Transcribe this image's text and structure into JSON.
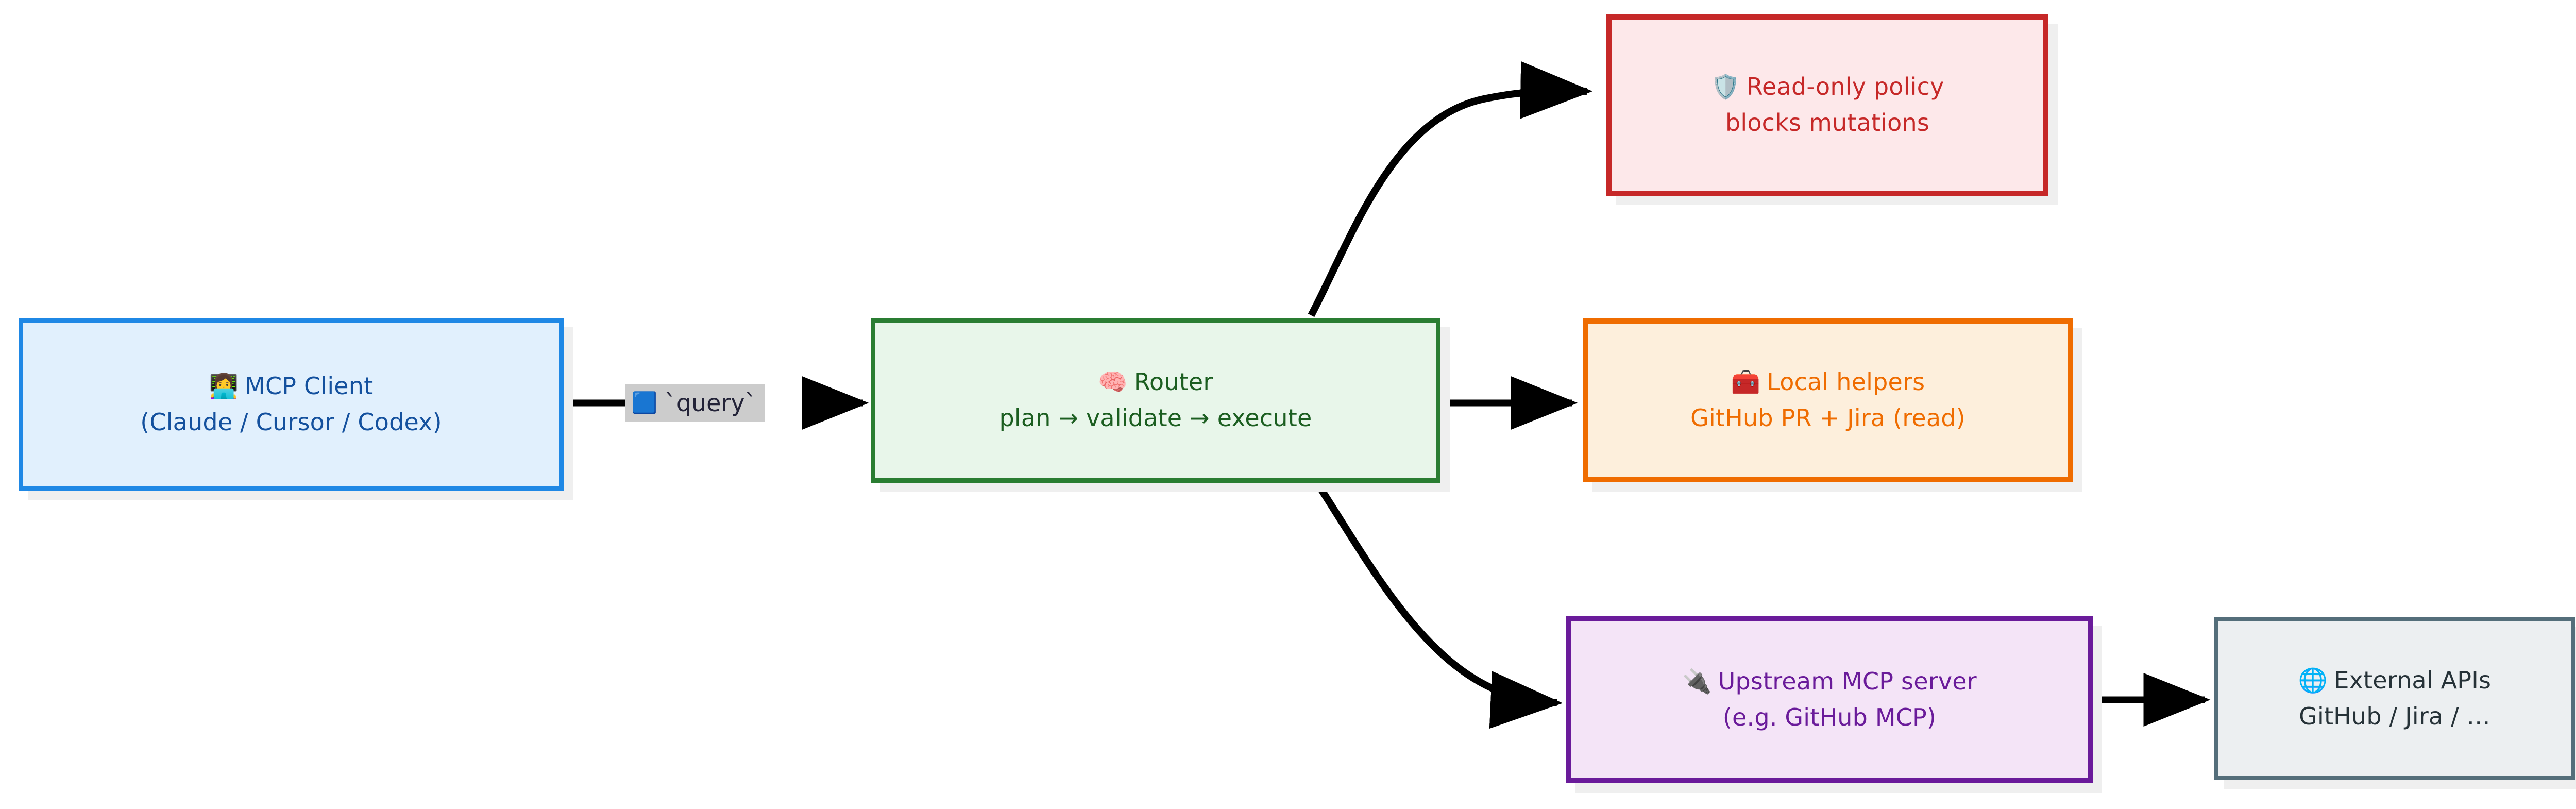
{
  "diagram": {
    "type": "flowchart",
    "direction": "left-to-right",
    "nodes": [
      {
        "id": "mcp-client",
        "icon": "person-with-laptop-emoji",
        "icon_glyph": "👩‍💻",
        "line1": "MCP Client",
        "line2": "(Claude / Cursor / Codex)",
        "border_color": "#1f88e5",
        "fill_color": "#e1f0fd",
        "text_color": "#14519e"
      },
      {
        "id": "router",
        "icon": "brain-emoji",
        "icon_glyph": "🧠",
        "line1": "Router",
        "line2": "plan → validate → execute",
        "border_color": "#2a7d32",
        "fill_color": "#e8f6ea",
        "text_color": "#1b5e20"
      },
      {
        "id": "readonly-policy",
        "icon": "shield-emoji",
        "icon_glyph": "🛡️",
        "line1": "Read-only policy",
        "line2": "blocks mutations",
        "border_color": "#c62828",
        "fill_color": "#fde8ea",
        "text_color": "#c62828"
      },
      {
        "id": "local-helpers",
        "icon": "toolbox-emoji",
        "icon_glyph": "🧰",
        "line1": "Local helpers",
        "line2": "GitHub PR + Jira (read)",
        "border_color": "#ef6c00",
        "fill_color": "#fdefdc",
        "text_color": "#ef6c00"
      },
      {
        "id": "upstream-mcp",
        "icon": "electric-plug-emoji",
        "icon_glyph": "🔌",
        "line1": "Upstream MCP server",
        "line2": "(e.g. GitHub MCP)",
        "border_color": "#6a1b9a",
        "fill_color": "#f4e4f7",
        "text_color": "#6a1b9a"
      },
      {
        "id": "external-apis",
        "icon": "globe-emoji",
        "icon_glyph": "🌐",
        "line1": "External APIs",
        "line2": "GitHub / Jira / …",
        "border_color": "#546e7a",
        "fill_color": "#eceff1",
        "text_color": "#263238"
      }
    ],
    "edges": [
      {
        "id": "client-to-router",
        "from": "mcp-client",
        "to": "router",
        "label": "`query`",
        "label_icon": "blue-square-emoji",
        "label_icon_glyph": "🟦",
        "label_background": "#cccccc",
        "style": "straight-arrow"
      },
      {
        "id": "router-to-readonly-policy",
        "from": "router",
        "to": "readonly-policy",
        "label": "",
        "style": "curved-arrow-up"
      },
      {
        "id": "router-to-local-helpers",
        "from": "router",
        "to": "local-helpers",
        "label": "",
        "style": "straight-arrow"
      },
      {
        "id": "router-to-upstream-mcp",
        "from": "router",
        "to": "upstream-mcp",
        "label": "",
        "style": "curved-arrow-down"
      },
      {
        "id": "upstream-to-external-apis",
        "from": "upstream-mcp",
        "to": "external-apis",
        "label": "",
        "style": "straight-arrow"
      }
    ],
    "colors": {
      "edge_stroke": "#000000",
      "canvas_background": "#ffffff",
      "node_shadow": "#efefef"
    }
  }
}
